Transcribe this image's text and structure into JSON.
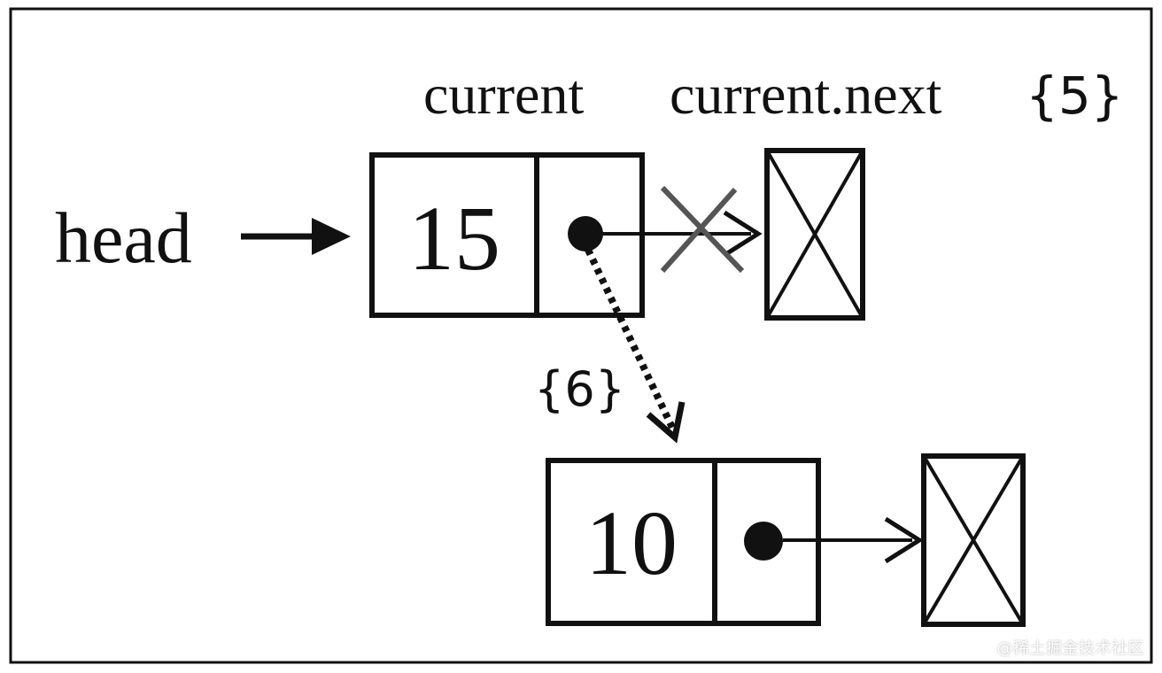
{
  "labels": {
    "head": "head",
    "current": "current",
    "current_next": "current.next",
    "step5": "{5}",
    "step6": "{6}"
  },
  "nodes": {
    "first": {
      "value": "15"
    },
    "second": {
      "value": "10"
    }
  },
  "watermark": "@稀土掘金技术社区",
  "colors": {
    "ink": "#111111",
    "removed_link": "#555555",
    "background": "#ffffff"
  }
}
